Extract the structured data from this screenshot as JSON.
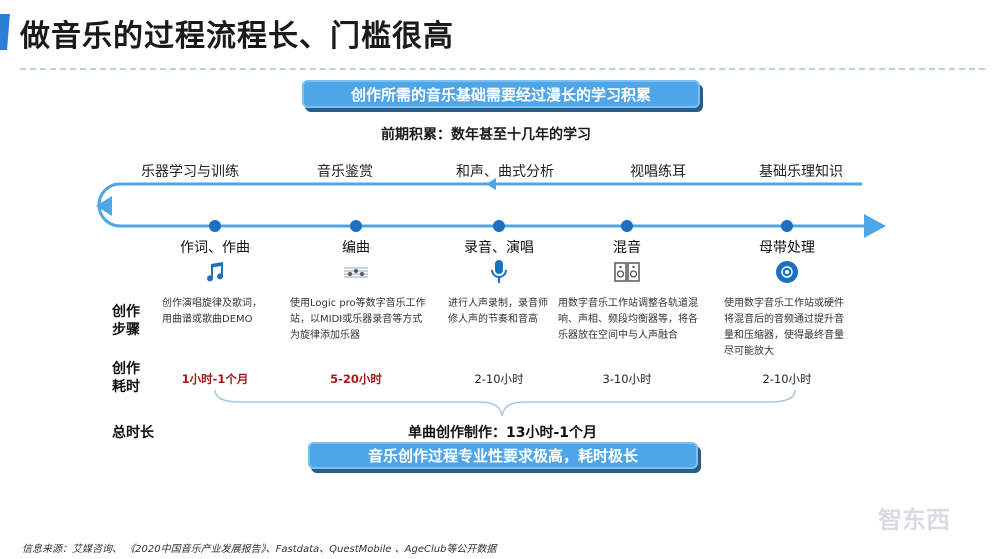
{
  "title": "做音乐的过程流程长、门槛很高",
  "banner_top": "创作所需的音乐基础需要经过漫长的学习积累",
  "subtitle": "前期积累：数年甚至十几年的学习",
  "top_labels": [
    "乐器学习与训练",
    "音乐鉴赏",
    "和声、曲式分析",
    "视唱练耳",
    "基础乐理知识"
  ],
  "steps": [
    {
      "label": "作词、作曲",
      "icon": "music-note-icon",
      "desc": "创作演唱旋律及歌词，用曲谱或歌曲DEMO",
      "duration": "1小时-1个月"
    },
    {
      "label": "编曲",
      "icon": "sheet-music-icon",
      "desc": "使用Logic pro等数字音乐工作站，以MIDI或乐器录音等方式为旋律添加乐器",
      "duration": "5-20小时"
    },
    {
      "label": "录音、演唱",
      "icon": "microphone-icon",
      "desc": "进行人声录制，录音师修人声的节奏和音高",
      "duration": "2-10小时"
    },
    {
      "label": "混音",
      "icon": "speaker-icon",
      "desc": "用数字音乐工作站调整各轨道混响、声相、频段均衡器等，将各乐器放在空间中与人声融合",
      "duration": "3-10小时"
    },
    {
      "label": "母带处理",
      "icon": "disc-icon",
      "desc": "使用数字音乐工作站或硬件将混音后的音频通过提升音量和压缩器，使得最终音量尽可能放大",
      "duration": "2-10小时"
    }
  ],
  "row_labels": {
    "steps": "创作\n步骤",
    "time": "创作\n耗时",
    "total": "总时长"
  },
  "total_value": "单曲创作制作：13小时-1个月",
  "banner_bottom": "音乐创作过程专业性要求极高，耗时极长",
  "source": "信息来源：艾媒咨询、 《2020中国音乐产业发展报告》、Fastdata、QuestMobile 、AgeClub等公开数据",
  "watermark": "智东西",
  "colors": {
    "accent": "#2c7fd6",
    "banner": "#4ea6e8",
    "timeline": "#4ea6e8",
    "dot": "#1d6fc0",
    "red": "#a11a1a"
  }
}
